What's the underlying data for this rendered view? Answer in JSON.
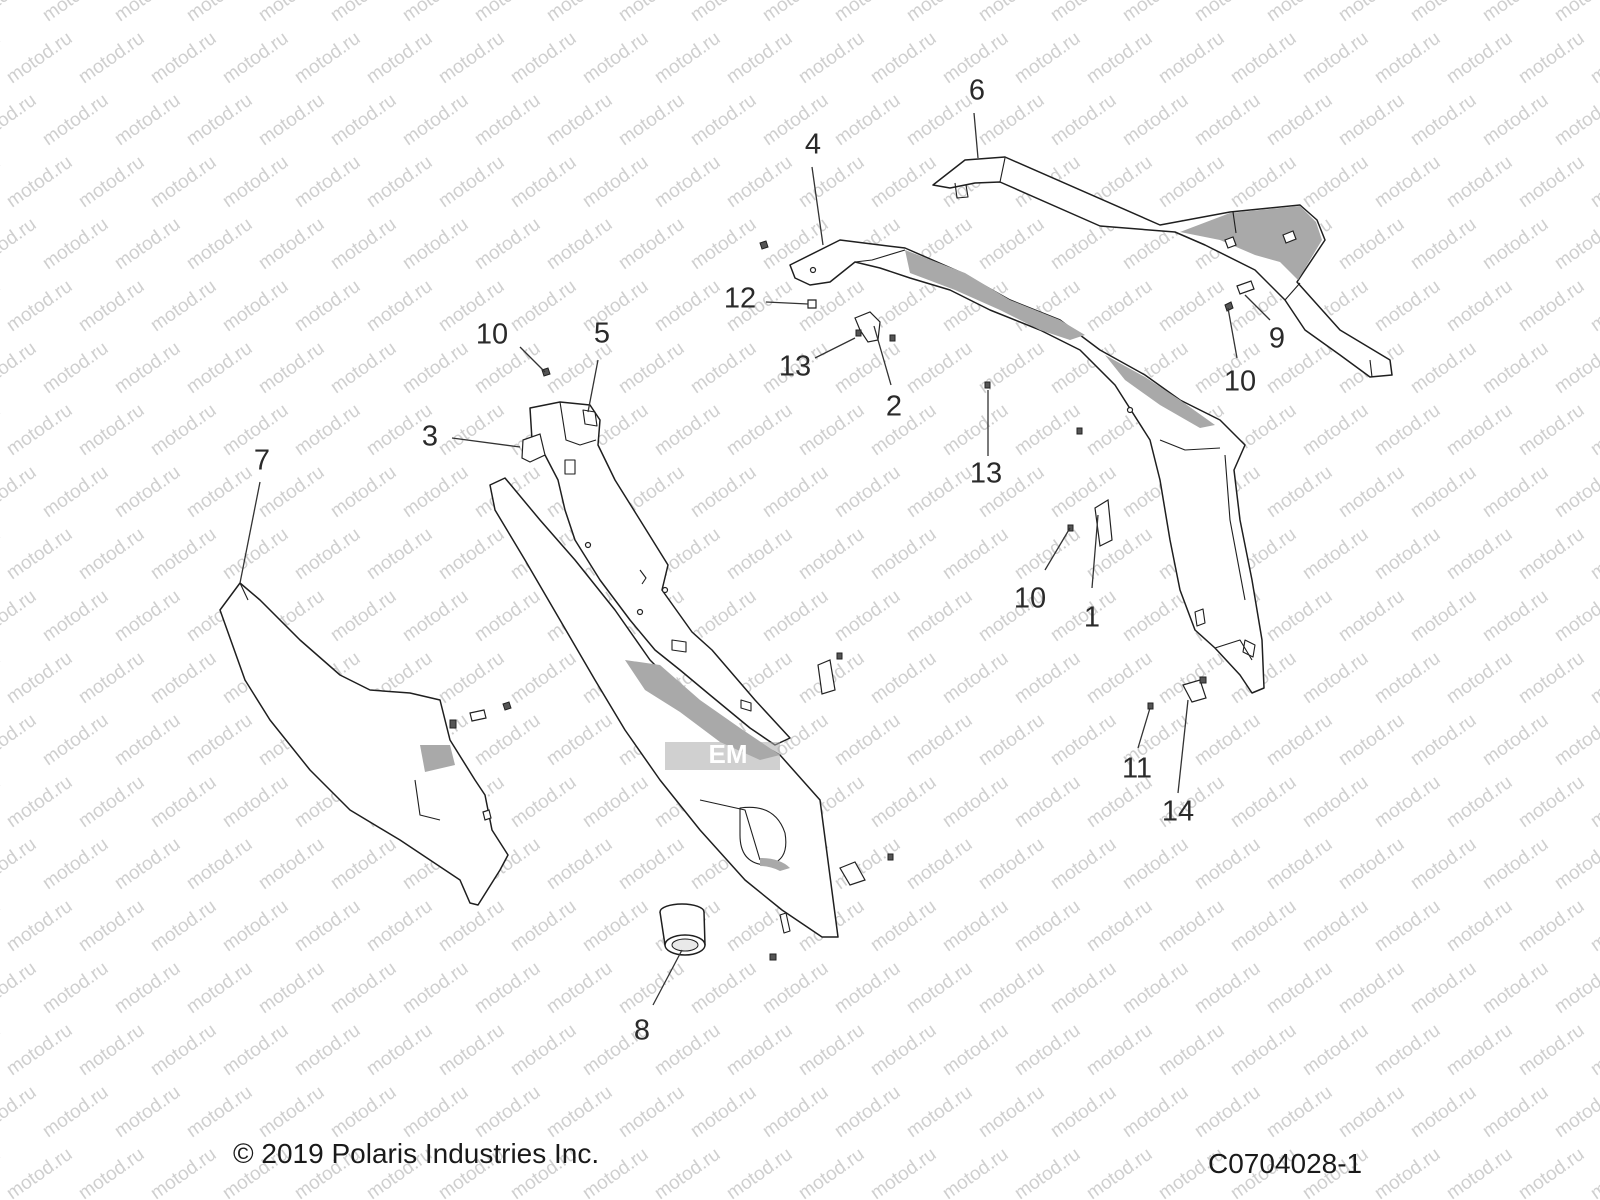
{
  "watermark": "motod.ru",
  "copyright": "© 2019 Polaris Industries Inc.",
  "figure_id": "C0704028-1",
  "emblem_text": "EM",
  "callouts": [
    {
      "id": "c1",
      "label": "1"
    },
    {
      "id": "c2",
      "label": "2"
    },
    {
      "id": "c3",
      "label": "3"
    },
    {
      "id": "c4",
      "label": "4"
    },
    {
      "id": "c5",
      "label": "5"
    },
    {
      "id": "c6",
      "label": "6"
    },
    {
      "id": "c7",
      "label": "7"
    },
    {
      "id": "c8",
      "label": "8"
    },
    {
      "id": "c9",
      "label": "9"
    },
    {
      "id": "c10a",
      "label": "10"
    },
    {
      "id": "c10b",
      "label": "10"
    },
    {
      "id": "c10c",
      "label": "10"
    },
    {
      "id": "c11",
      "label": "11"
    },
    {
      "id": "c12",
      "label": "12"
    },
    {
      "id": "c13a",
      "label": "13"
    },
    {
      "id": "c13b",
      "label": "13"
    },
    {
      "id": "c14",
      "label": "14"
    }
  ]
}
